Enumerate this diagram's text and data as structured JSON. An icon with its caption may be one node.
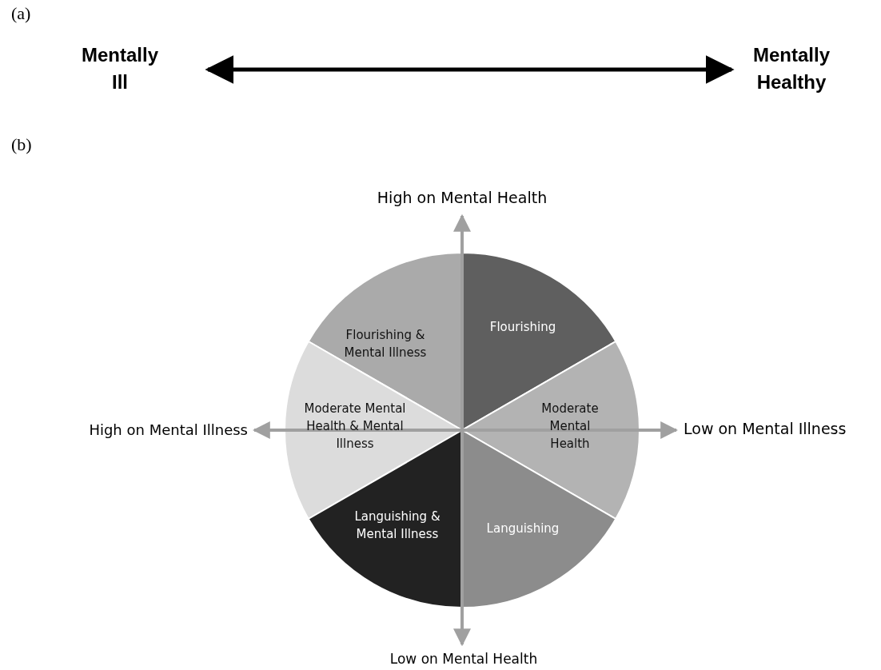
{
  "diagram": {
    "nodes": [
      {
        "text": [
          "Mentally Ill"
        ]
      },
      {
        "text": [
          "Mentally Healthy"
        ]
      },
      {
        "text": [
          "Flourishing & Mental Illness"
        ]
      },
      {
        "text": [
          "Flourishing"
        ]
      },
      {
        "text": [
          "Moderate Mental Health & Mental Illness"
        ]
      },
      {
        "text": [
          "Moderate Mental Health"
        ]
      },
      {
        "text": [
          "Languishing & Mental Illness"
        ]
      },
      {
        "text": [
          "Languishing"
        ]
      }
    ],
    "edges": [
      {
        "from": 0,
        "to": 1,
        "arrow": "both"
      }
    ],
    "labels": [
      "(a)",
      "(b)",
      "High on Mental Health",
      "High on Mental Illness",
      "Low on Mental Illness",
      "Low on Mental Health"
    ]
  }
}
